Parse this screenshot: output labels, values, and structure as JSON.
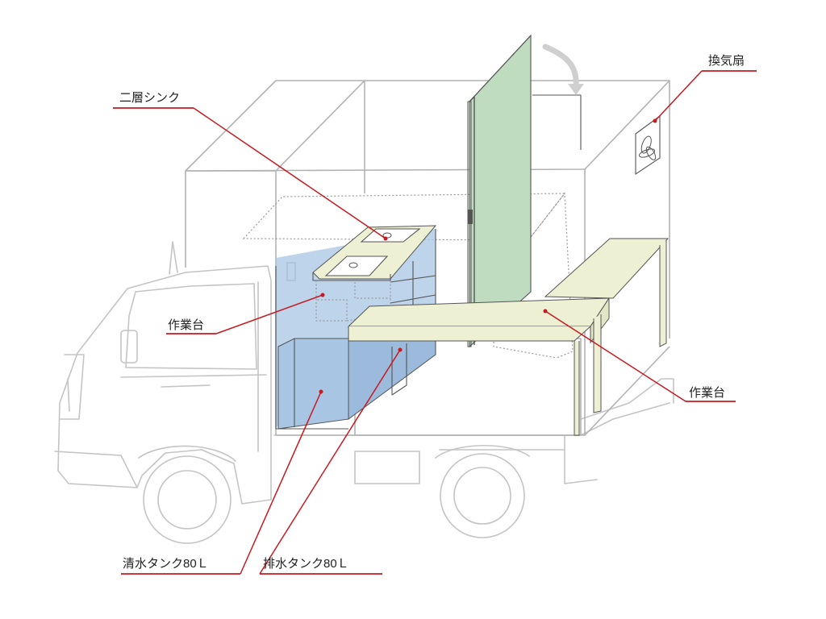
{
  "labels": {
    "double_sink": "二層シンク",
    "ventilation_fan": "換気扇",
    "worktable_left": "作業台",
    "worktable_right": "作業台",
    "fresh_water_tank": "清水タンク80Ｌ",
    "waste_water_tank": "排水タンク80Ｌ"
  },
  "colors": {
    "leader_line": "#c8191f",
    "label_underline": "#c8191f",
    "door_panel": "#bfdcc0",
    "water_tank": "#a8c6e4",
    "worktable": "#eef0d4",
    "truck_outline": "#c4c4c4"
  }
}
